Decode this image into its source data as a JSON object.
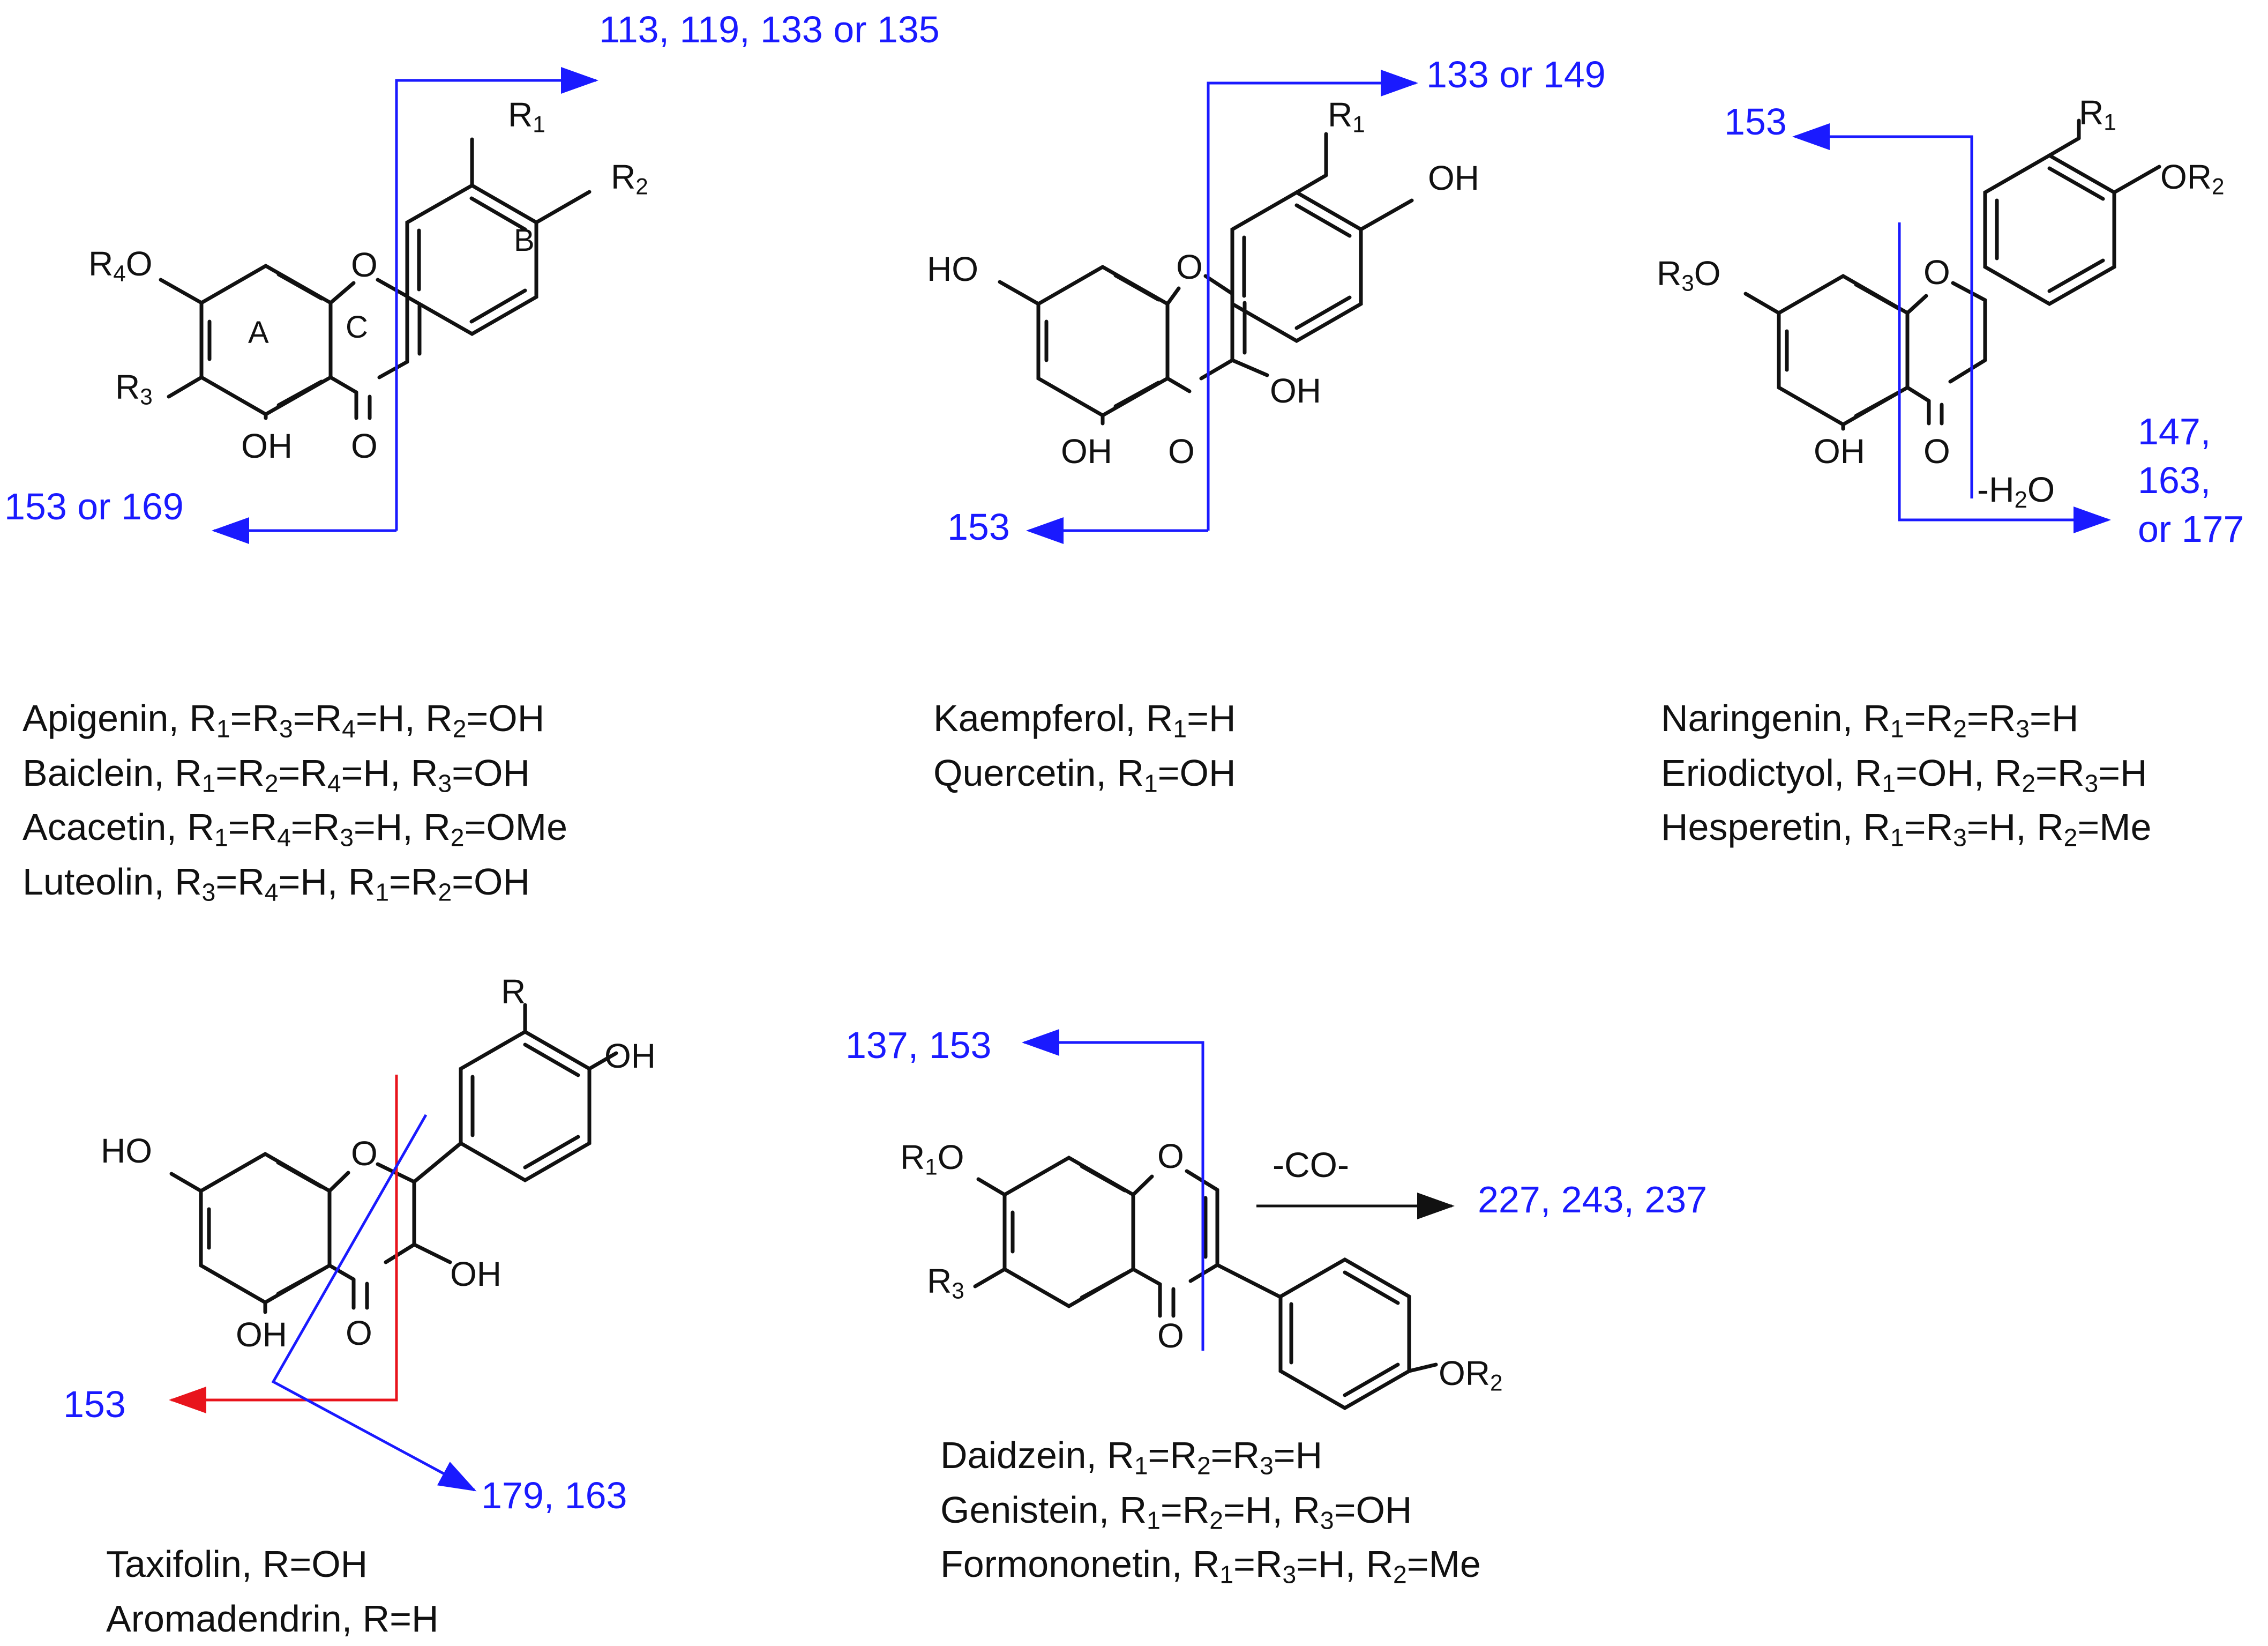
{
  "colors": {
    "fragment": "#1a1aff",
    "cleavage_red": "#e8141c",
    "bond": "#111111"
  },
  "structures": {
    "flavone": {
      "fragments": {
        "upper": "113, 119, 133 or 135",
        "lower": "153 or 169"
      },
      "ring_labels": {
        "a": "A",
        "b": "B",
        "c": "C"
      },
      "atoms": {
        "r1": "R",
        "r1_sub": "1",
        "r2": "R",
        "r2_sub": "2",
        "r4": "R",
        "r4_sub": "4",
        "r4_tail": "O",
        "r3": "R",
        "r3_sub": "3",
        "oh": "OH",
        "o_ring": "O",
        "o_carbonyl": "O"
      },
      "caption": [
        [
          {
            "t": "Apigenin, R"
          },
          {
            "s": "1"
          },
          {
            "t": "=R"
          },
          {
            "s": "3"
          },
          {
            "t": "=R"
          },
          {
            "s": "4"
          },
          {
            "t": "=H, R"
          },
          {
            "s": "2"
          },
          {
            "t": "=OH"
          }
        ],
        [
          {
            "t": "Baiclein, R"
          },
          {
            "s": "1"
          },
          {
            "t": "=R"
          },
          {
            "s": "2"
          },
          {
            "t": "=R"
          },
          {
            "s": "4"
          },
          {
            "t": "=H, R"
          },
          {
            "s": "3"
          },
          {
            "t": "=OH"
          }
        ],
        [
          {
            "t": "Acacetin, R"
          },
          {
            "s": "1"
          },
          {
            "t": "=R"
          },
          {
            "s": "4"
          },
          {
            "t": "=R"
          },
          {
            "s": "3"
          },
          {
            "t": "=H, R"
          },
          {
            "s": "2"
          },
          {
            "t": "=OMe"
          }
        ],
        [
          {
            "t": "Luteolin, R"
          },
          {
            "s": "3"
          },
          {
            "t": "=R"
          },
          {
            "s": "4"
          },
          {
            "t": "=H, R"
          },
          {
            "s": "1"
          },
          {
            "t": "=R"
          },
          {
            "s": "2"
          },
          {
            "t": "=OH"
          }
        ]
      ]
    },
    "flavonol": {
      "fragments": {
        "upper": "133 or 149",
        "lower": "153"
      },
      "atoms": {
        "r1": "R",
        "r1_sub": "1",
        "oh_b": "OH",
        "ho_a": "HO",
        "oh_a": "OH",
        "oh_c": "OH",
        "o_ring": "O",
        "o_carbonyl": "O"
      },
      "caption": [
        [
          {
            "t": "Kaempferol, R"
          },
          {
            "s": "1"
          },
          {
            "t": "=H"
          }
        ],
        [
          {
            "t": "Quercetin, R"
          },
          {
            "s": "1"
          },
          {
            "t": "=OH"
          }
        ]
      ]
    },
    "flavanone": {
      "fragments": {
        "left": "153",
        "right_1": "147,",
        "right_2": "163,",
        "right_3": "or 177"
      },
      "loss": {
        "prefix": "-H",
        "sub": "2",
        "suffix": "O"
      },
      "atoms": {
        "r1": "R",
        "r1_sub": "1",
        "or2": "OR",
        "or2_sub": "2",
        "r3": "R",
        "r3_sub": "3",
        "r3_tail": "O",
        "oh": "OH",
        "o_ring": "O",
        "o_carbonyl": "O"
      },
      "caption": [
        [
          {
            "t": "Naringenin, R"
          },
          {
            "s": "1"
          },
          {
            "t": "=R"
          },
          {
            "s": "2"
          },
          {
            "t": "=R"
          },
          {
            "s": "3"
          },
          {
            "t": "=H"
          }
        ],
        [
          {
            "t": "Eriodictyol, R"
          },
          {
            "s": "1"
          },
          {
            "t": "=OH, R"
          },
          {
            "s": "2"
          },
          {
            "t": "=R"
          },
          {
            "s": "3"
          },
          {
            "t": "=H"
          }
        ],
        [
          {
            "t": "Hesperetin, R"
          },
          {
            "s": "1"
          },
          {
            "t": "=R"
          },
          {
            "s": "3"
          },
          {
            "t": "=H, R"
          },
          {
            "s": "2"
          },
          {
            "t": "=Me"
          }
        ]
      ]
    },
    "flavanonol": {
      "fragments": {
        "red": "153",
        "blue": "179, 163"
      },
      "atoms": {
        "r": "R",
        "oh_b": "OH",
        "ho_a": "HO",
        "oh_a": "OH",
        "oh_c": "OH",
        "o_ring": "O",
        "o_carbonyl": "O"
      },
      "caption": [
        [
          {
            "t": "Taxifolin, R=OH"
          }
        ],
        [
          {
            "t": "Aromadendrin, R=H"
          }
        ]
      ]
    },
    "isoflavone": {
      "fragments": {
        "upper": "137, 153",
        "co_product": "227, 243, 237"
      },
      "loss": "-CO-",
      "atoms": {
        "r1": "R",
        "r1_sub": "1",
        "r1_tail": "O",
        "r3": "R",
        "r3_sub": "3",
        "or2": "OR",
        "or2_sub": "2",
        "o_ring": "O",
        "o_carbonyl": "O"
      },
      "caption": [
        [
          {
            "t": "Daidzein, R"
          },
          {
            "s": "1"
          },
          {
            "t": "=R"
          },
          {
            "s": "2"
          },
          {
            "t": "=R"
          },
          {
            "s": "3"
          },
          {
            "t": "=H"
          }
        ],
        [
          {
            "t": "Genistein, R"
          },
          {
            "s": "1"
          },
          {
            "t": "=R"
          },
          {
            "s": "2"
          },
          {
            "t": "=H, R"
          },
          {
            "s": "3"
          },
          {
            "t": "=OH"
          }
        ],
        [
          {
            "t": "Formononetin, R"
          },
          {
            "s": "1"
          },
          {
            "t": "=R"
          },
          {
            "s": "3"
          },
          {
            "t": "=H, R"
          },
          {
            "s": "2"
          },
          {
            "t": "=Me"
          }
        ]
      ]
    }
  }
}
